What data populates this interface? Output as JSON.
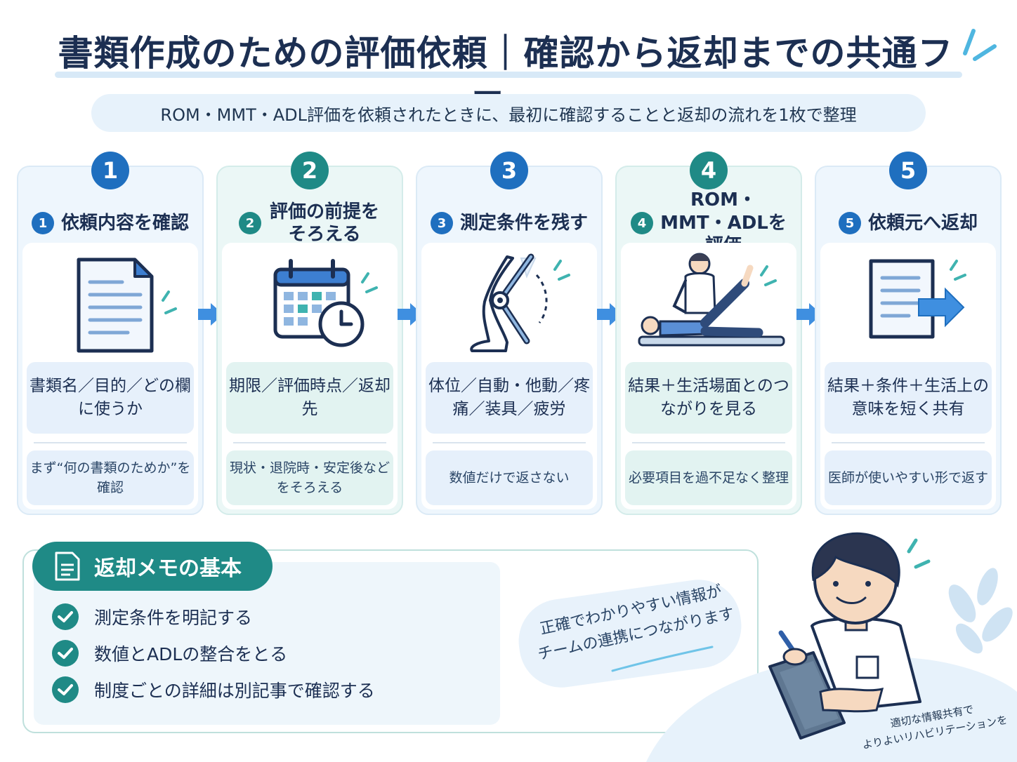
{
  "title": "書類作成のための評価依頼｜確認から返却までの共通フロー",
  "subtitle": "ROM・MMT・ADL評価を依頼されたときに、最初に確認することと返却の流れを1枚で整理",
  "steps": [
    {
      "num": "1",
      "title": "依頼内容を確認",
      "desc": "書類名／目的／どの欄に使うか",
      "note": "まず“何の書類のためか”を確認",
      "icon": "document-icon"
    },
    {
      "num": "2",
      "title": "評価の前提をそろえる",
      "desc": "期限／評価時点／返却先",
      "note": "現状・退院時・安定後などをそろえる",
      "icon": "calendar-clock-icon"
    },
    {
      "num": "3",
      "title": "測定条件を残す",
      "desc": "体位／自動・他動／疼痛／装具／疲労",
      "note": "数値だけで返さない",
      "icon": "knee-goniometer-icon"
    },
    {
      "num": "4",
      "title": "ROM・MMT・ADLを評価",
      "desc": "結果＋生活場面とのつながりを見る",
      "note": "必要項目を過不足なく整理",
      "icon": "therapist-patient-icon"
    },
    {
      "num": "5",
      "title": "依頼元へ返却",
      "desc": "結果＋条件＋生活上の意味を短く共有",
      "note": "医師が使いやすい形で返す",
      "icon": "document-send-icon"
    }
  ],
  "memo": {
    "title": "返却メモの基本",
    "items": [
      "測定条件を明記する",
      "数値とADLの整合をとる",
      "制度ごとの詳細は別記事で確認する"
    ]
  },
  "quote": {
    "line1": "正確でわかりやすい情報が",
    "line2": "チームの連携につながります"
  },
  "corner": {
    "line1": "適切な情報共有で",
    "line2": "よりよいリハビリテーションを"
  },
  "colors": {
    "navy": "#1c2f52",
    "blue": "#1f6fbf",
    "teal": "#1f8a86",
    "light_blue": "#e6f0fb",
    "light_teal": "#e2f3f1"
  }
}
